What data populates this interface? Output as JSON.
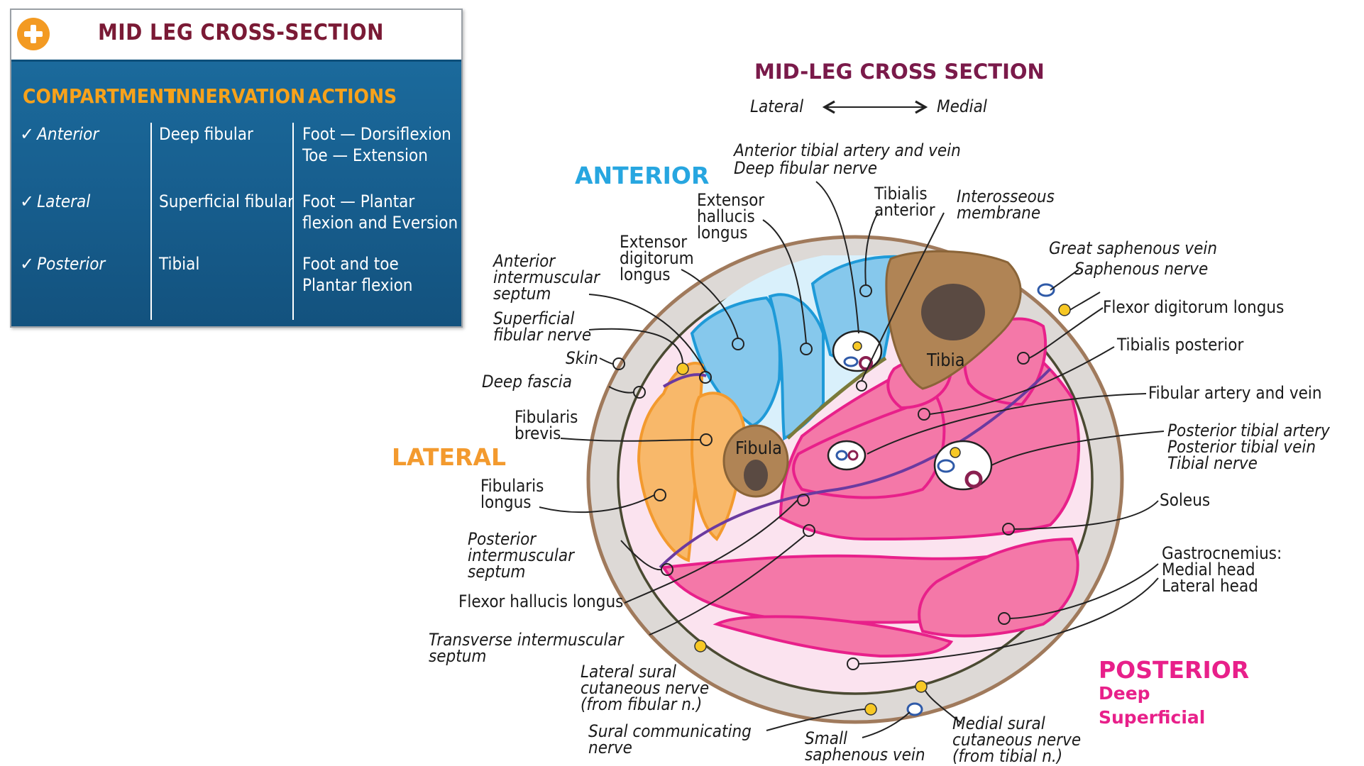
{
  "card": {
    "title": "MID LEG CROSS-SECTION",
    "columns": [
      "COMPARTMENT",
      "INNERVATION",
      "ACTIONS"
    ],
    "rows": [
      {
        "compartment": "Anterior",
        "innervation": "Deep fibular",
        "action_1": "Foot — Dorsiflexion",
        "action_2": "Toe — Extension"
      },
      {
        "compartment": "Lateral",
        "innervation": "Superficial fibular",
        "action_1": "Foot — Plantar",
        "action_2": "flexion and Eversion"
      },
      {
        "compartment": "Posterior",
        "innervation": "Tibial",
        "action_1": "Foot and toe",
        "action_2": "Plantar flexion"
      }
    ],
    "check_glyph": "✓"
  },
  "diagram": {
    "title": "MID-LEG CROSS SECTION",
    "axis_left": "Lateral",
    "axis_right": "Medial",
    "compartments": {
      "anterior": "ANTERIOR",
      "lateral": "LATERAL",
      "posterior": "POSTERIOR",
      "posterior_deep": "Deep",
      "posterior_superficial": "Superficial"
    },
    "bones": {
      "tibia": "Tibia",
      "fibula": "Fibula"
    },
    "labels": {
      "ant_tib_1": "Anterior tibial artery and vein",
      "ant_tib_2": "Deep fibular nerve",
      "ehl_1": "Extensor",
      "ehl_2": "hallucis",
      "ehl_3": "longus",
      "ta_1": "Tibialis",
      "ta_2": "anterior",
      "iom_1": "Interosseous",
      "iom_2": "membrane",
      "edl_1": "Extensor",
      "edl_2": "digitorum",
      "edl_3": "longus",
      "gsv": "Great saphenous vein",
      "sn": "Saphenous nerve",
      "fdl": "Flexor digitorum longus",
      "tp": "Tibialis posterior",
      "fav": "Fibular artery and vein",
      "pta_1": "Posterior tibial artery",
      "pta_2": "Posterior tibial vein",
      "pta_3": "Tibial nerve",
      "ais_1": "Anterior",
      "ais_2": "intermuscular",
      "ais_3": "septum",
      "sfn_1": "Superficial",
      "sfn_2": "fibular nerve",
      "skin": "Skin",
      "df": "Deep fascia",
      "fb_1": "Fibularis",
      "fb_2": "brevis",
      "fl_1": "Fibularis",
      "fl_2": "longus",
      "pis_1": "Posterior",
      "pis_2": "intermuscular",
      "pis_3": "septum",
      "fhl": "Flexor hallucis longus",
      "tis_1": "Transverse intermuscular",
      "tis_2": "septum",
      "soleus": "Soleus",
      "gas_1": "Gastrocnemius:",
      "gas_2": "Medial head",
      "gas_3": "Lateral head",
      "lscn_1": "Lateral sural",
      "lscn_2": "cutaneous nerve",
      "lscn_3": "(from fibular n.)",
      "scn_1": "Sural communicating",
      "scn_2": "nerve",
      "ssv_1": "Small",
      "ssv_2": "saphenous vein",
      "mscn_1": "Medial sural",
      "mscn_2": "cutaneous nerve",
      "mscn_3": "(from tibial n.)"
    }
  },
  "colors": {
    "title_purple": "#7a1a4a",
    "anterior": "#27a6e0",
    "lateral": "#f39a2e",
    "posterior": "#e8208a",
    "card_blue": "#175e8e",
    "card_orange": "#f7a21b"
  }
}
